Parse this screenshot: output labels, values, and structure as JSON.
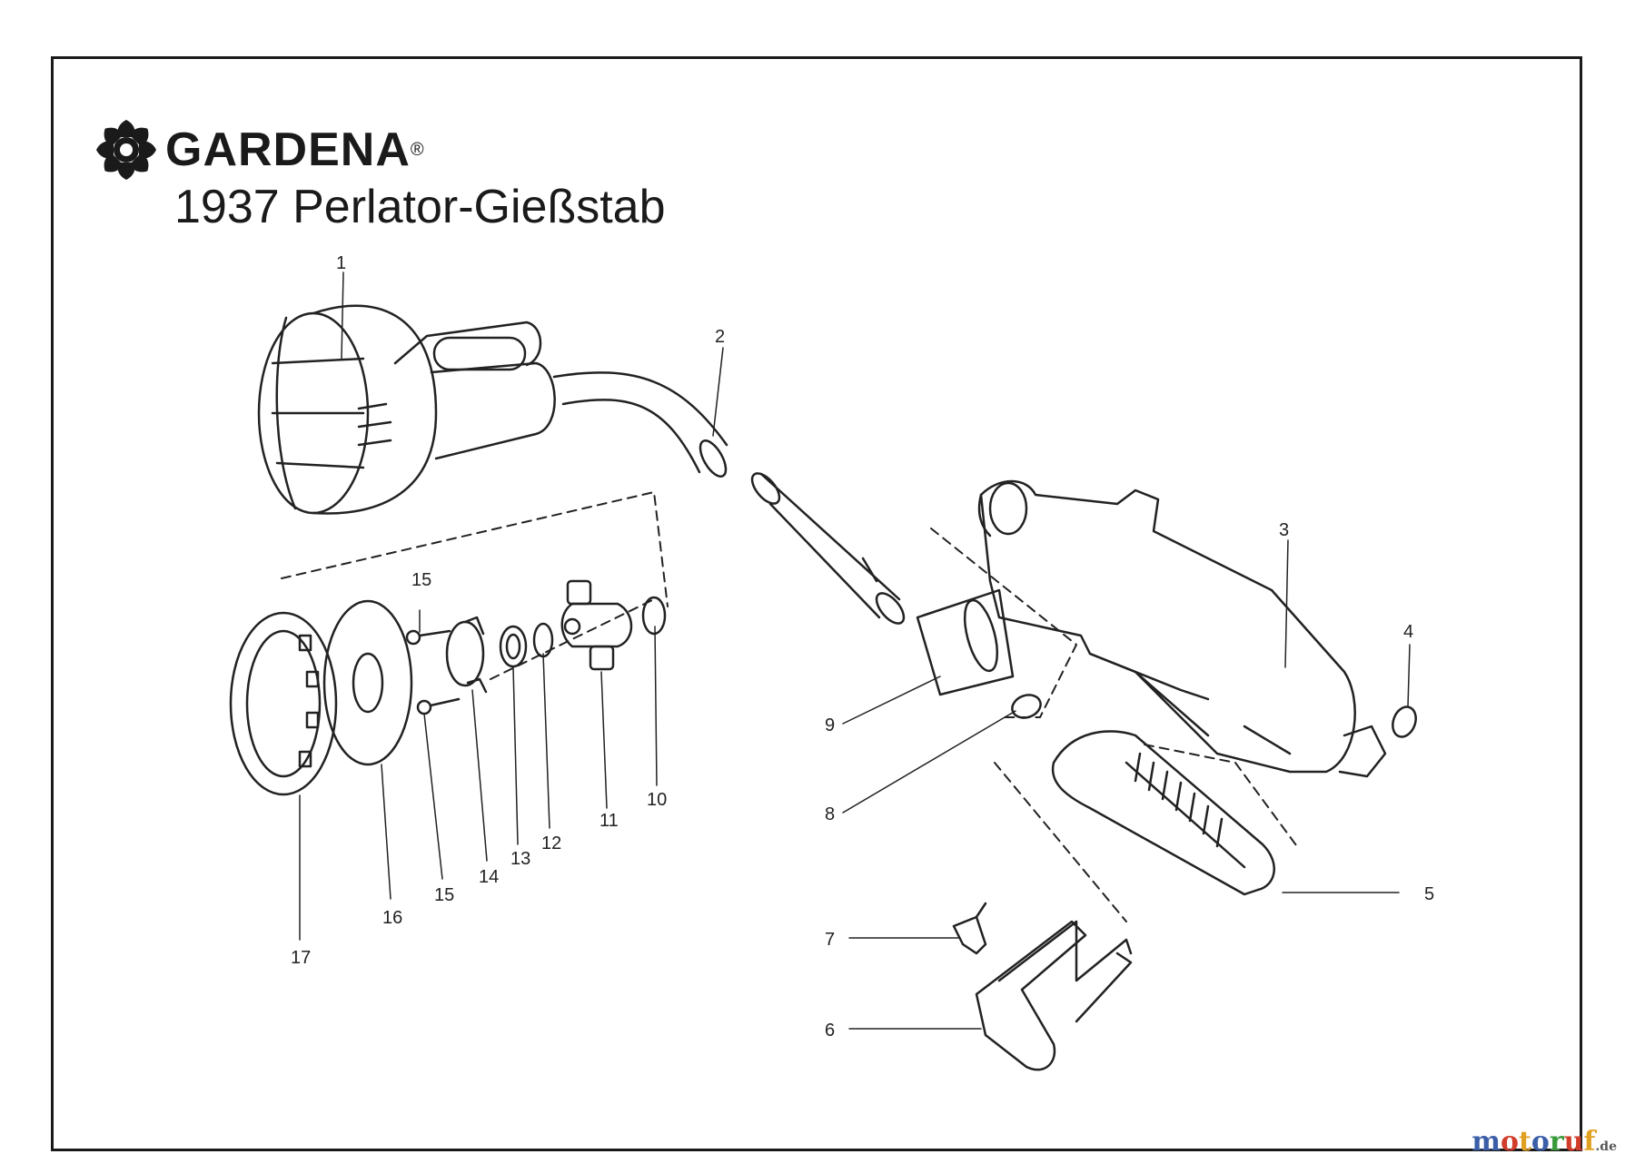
{
  "brand": {
    "name": "GARDENA",
    "mark": "®"
  },
  "title": "1937 Perlator-Gießstab",
  "callouts": {
    "c1": "1",
    "c2": "2",
    "c3": "3",
    "c4": "4",
    "c5": "5",
    "c6": "6",
    "c7": "7",
    "c8": "8",
    "c9": "9",
    "c10": "10",
    "c11": "11",
    "c12": "12",
    "c13": "13",
    "c14": "14",
    "c15a": "15",
    "c15b": "15",
    "c16": "16",
    "c17": "17"
  },
  "watermark": {
    "letters": [
      "m",
      "o",
      "t",
      "o",
      "r",
      "u",
      "f"
    ],
    "colors": [
      "#3b5ea8",
      "#d23c2a",
      "#e0a020",
      "#3b5ea8",
      "#3a9a3a",
      "#d23c2a",
      "#e0a020"
    ],
    "suffix": ".de"
  }
}
